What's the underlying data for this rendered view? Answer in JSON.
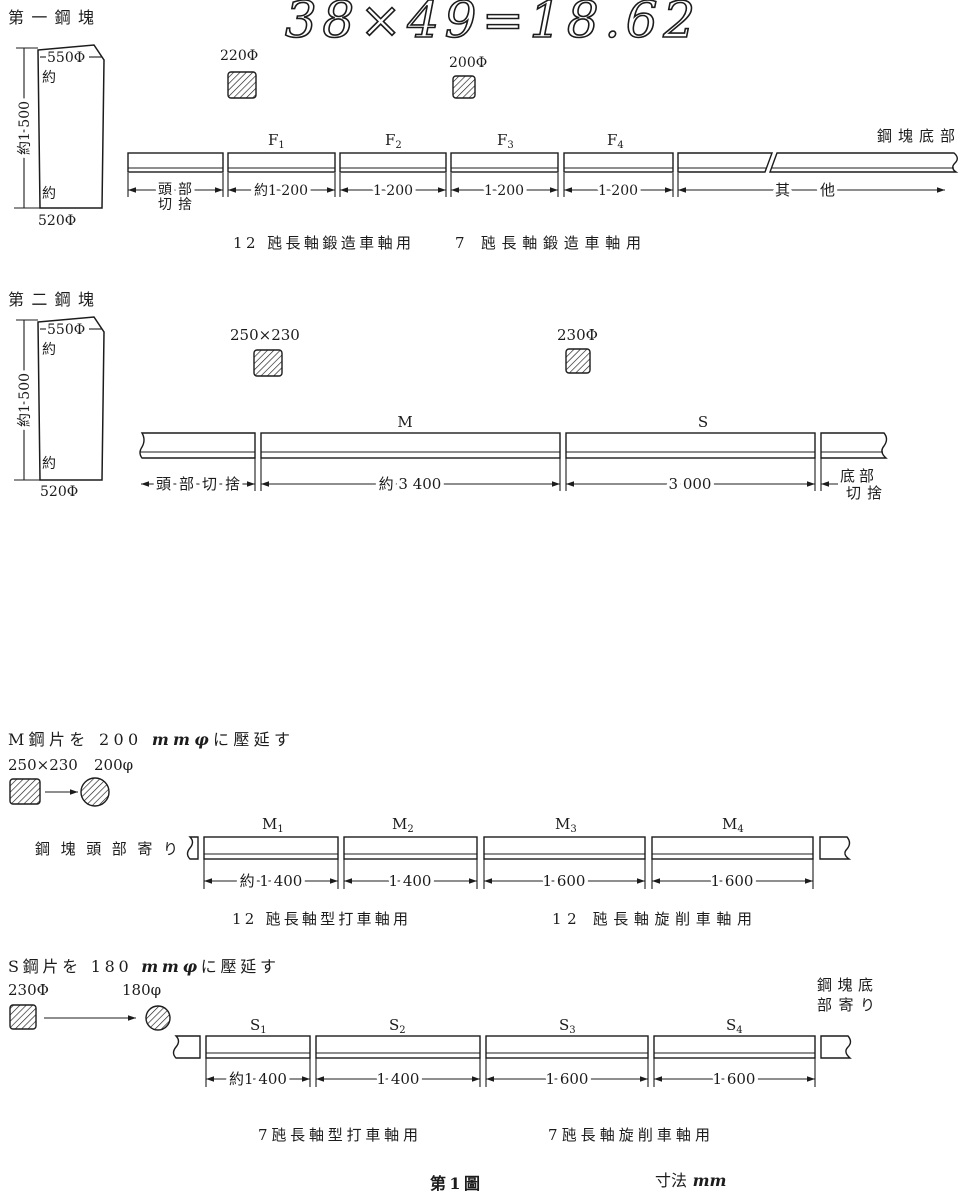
{
  "handwritten_note": "38×49=18.62",
  "colors": {
    "ink": "#1c1c1c",
    "paper": "#ffffff"
  },
  "ingot1": {
    "title": "第一鋼塊",
    "top_diameter": "550Φ",
    "top_approx": "約",
    "height": "約1 500",
    "bottom_approx": "約",
    "bottom_diameter": "520Φ",
    "section_f_diameter": "220Φ",
    "section_other_diameter": "200Φ",
    "pieces": [
      {
        "letter": "F",
        "sub": "1"
      },
      {
        "letter": "F",
        "sub": "2"
      },
      {
        "letter": "F",
        "sub": "3"
      },
      {
        "letter": "F",
        "sub": "4"
      }
    ],
    "bottom_end_label": "鋼塊底部",
    "head_cut": [
      "頭部",
      "切捨"
    ],
    "lengths": [
      "約1 200",
      "1 200",
      "1 200",
      "1 200"
    ],
    "other": "其　他",
    "caption_left": "12 瓲長軸鍛造車軸用",
    "caption_right": "7 瓲長軸鍛造車軸用"
  },
  "ingot2": {
    "title": "第二鋼塊",
    "top_diameter": "550Φ",
    "top_approx": "約",
    "height": "約1 500",
    "bottom_approx": "約",
    "bottom_diameter": "520Φ",
    "section_m": "250×230",
    "section_s": "230Φ",
    "pieces": [
      "M",
      "S"
    ],
    "head_cut": "頭部切捨",
    "lengths": [
      "約 3 400",
      "3 000"
    ],
    "bottom_cut": [
      "底部",
      "切捨"
    ]
  },
  "m_rolling": {
    "title_prefix": "M鋼片を 200 ",
    "title_unit": "mmφ",
    "title_suffix": "に壓延す",
    "from_section": "250×230",
    "to_section": "200φ",
    "head_side": "鋼塊頭部寄り",
    "pieces": [
      {
        "letter": "M",
        "sub": "1"
      },
      {
        "letter": "M",
        "sub": "2"
      },
      {
        "letter": "M",
        "sub": "3"
      },
      {
        "letter": "M",
        "sub": "4"
      }
    ],
    "lengths": [
      "約 1 400",
      "1 400",
      "1 600",
      "1 600"
    ],
    "caption_left": "12 瓲長軸型打車軸用",
    "caption_right": "12 瓲長軸旋削車軸用"
  },
  "s_rolling": {
    "title_prefix": "S鋼片を 180 ",
    "title_unit": "mmφ",
    "title_suffix": "に壓延す",
    "from_section": "230Φ",
    "to_section": "180φ",
    "bottom_side": [
      "鋼塊底",
      "部寄り"
    ],
    "pieces": [
      {
        "letter": "S",
        "sub": "1"
      },
      {
        "letter": "S",
        "sub": "2"
      },
      {
        "letter": "S",
        "sub": "3"
      },
      {
        "letter": "S",
        "sub": "4"
      }
    ],
    "lengths": [
      "約1 400",
      "1 400",
      "1 600",
      "1 600"
    ],
    "caption_left": "7瓲長軸型打車軸用",
    "caption_right": "7瓲長軸旋削車軸用"
  },
  "figure_label": "第 1 圖",
  "unit_note": {
    "label": "寸法",
    "unit": " mm"
  }
}
